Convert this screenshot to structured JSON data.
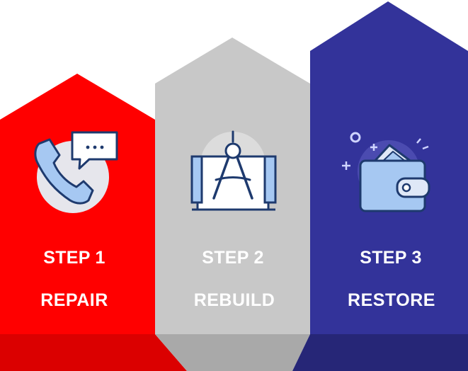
{
  "steps": [
    {
      "label": "STEP 1",
      "title": "REPAIR",
      "icon": "phone-chat-icon",
      "color": "#ff0000",
      "shade": "#db0000"
    },
    {
      "label": "STEP 2",
      "title": "REBUILD",
      "icon": "blueprint-compass-icon",
      "color": "#c8c8c8",
      "shade": "#a9a9a9"
    },
    {
      "label": "STEP 3",
      "title": "RESTORE",
      "icon": "wallet-money-icon",
      "color": "#33339a",
      "shade": "#262677"
    }
  ]
}
